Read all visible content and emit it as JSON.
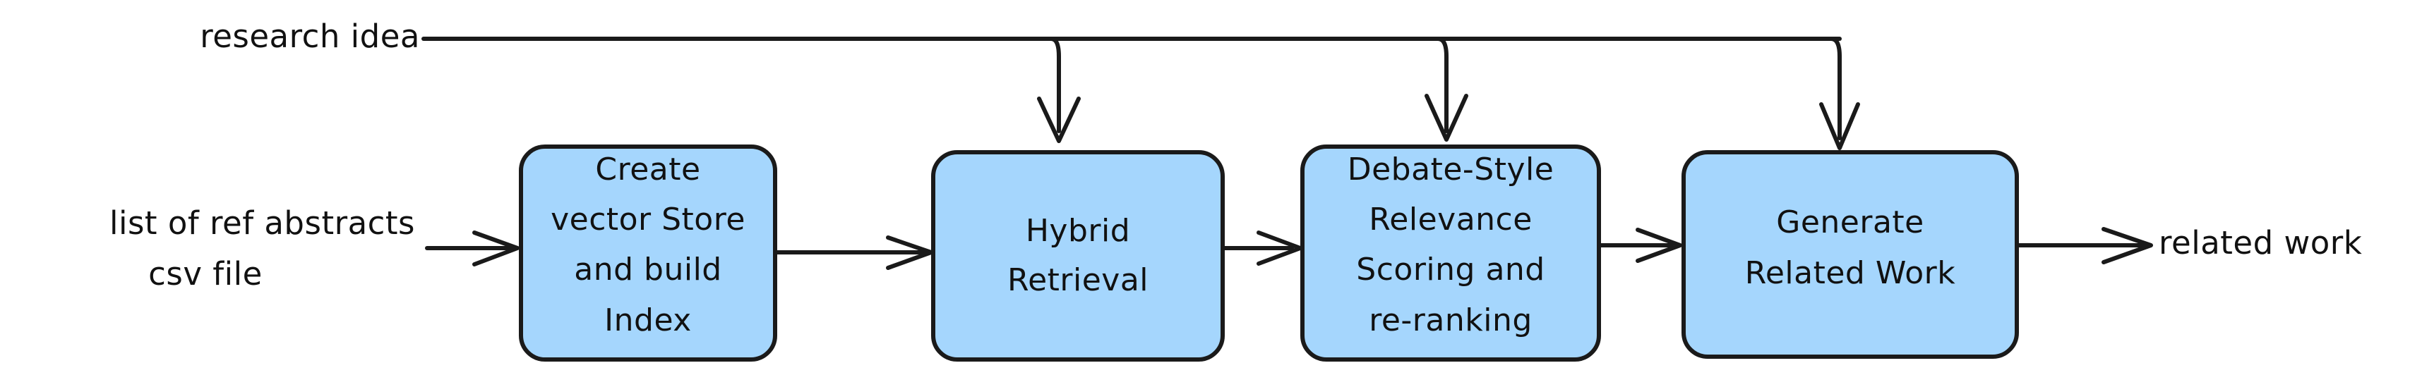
{
  "diagram": {
    "type": "flowchart",
    "orientation": "left-to-right",
    "background": "#ffffff",
    "node_fill": "#a5d6fd",
    "node_stroke": "#1a1a1a",
    "text_color": "#111111",
    "nodes": [
      {
        "id": "create_index",
        "lines": [
          "Create",
          "vector Store",
          "and build",
          "Index"
        ]
      },
      {
        "id": "hybrid_retrieval",
        "lines": [
          "Hybrid",
          "Retrieval"
        ]
      },
      {
        "id": "debate_scoring",
        "lines": [
          "Debate-Style",
          "Relevance",
          "Scoring and",
          "re-ranking"
        ]
      },
      {
        "id": "generate_related_work",
        "lines": [
          "Generate",
          "Related Work"
        ]
      }
    ],
    "external_labels": [
      {
        "id": "research_idea",
        "text": "research idea"
      },
      {
        "id": "ref_abstracts",
        "lines": [
          "list of ref abstracts",
          "csv file"
        ]
      },
      {
        "id": "related_work",
        "text": "related work"
      }
    ],
    "edges": [
      {
        "from": "research_idea",
        "to": "hybrid_retrieval",
        "label": ""
      },
      {
        "from": "research_idea",
        "to": "debate_scoring",
        "label": ""
      },
      {
        "from": "research_idea",
        "to": "generate_related_work",
        "label": ""
      },
      {
        "from": "ref_abstracts",
        "to": "create_index",
        "label": ""
      },
      {
        "from": "create_index",
        "to": "hybrid_retrieval",
        "label": ""
      },
      {
        "from": "hybrid_retrieval",
        "to": "debate_scoring",
        "label": ""
      },
      {
        "from": "debate_scoring",
        "to": "generate_related_work",
        "label": ""
      },
      {
        "from": "generate_related_work",
        "to": "related_work",
        "label": ""
      }
    ]
  }
}
